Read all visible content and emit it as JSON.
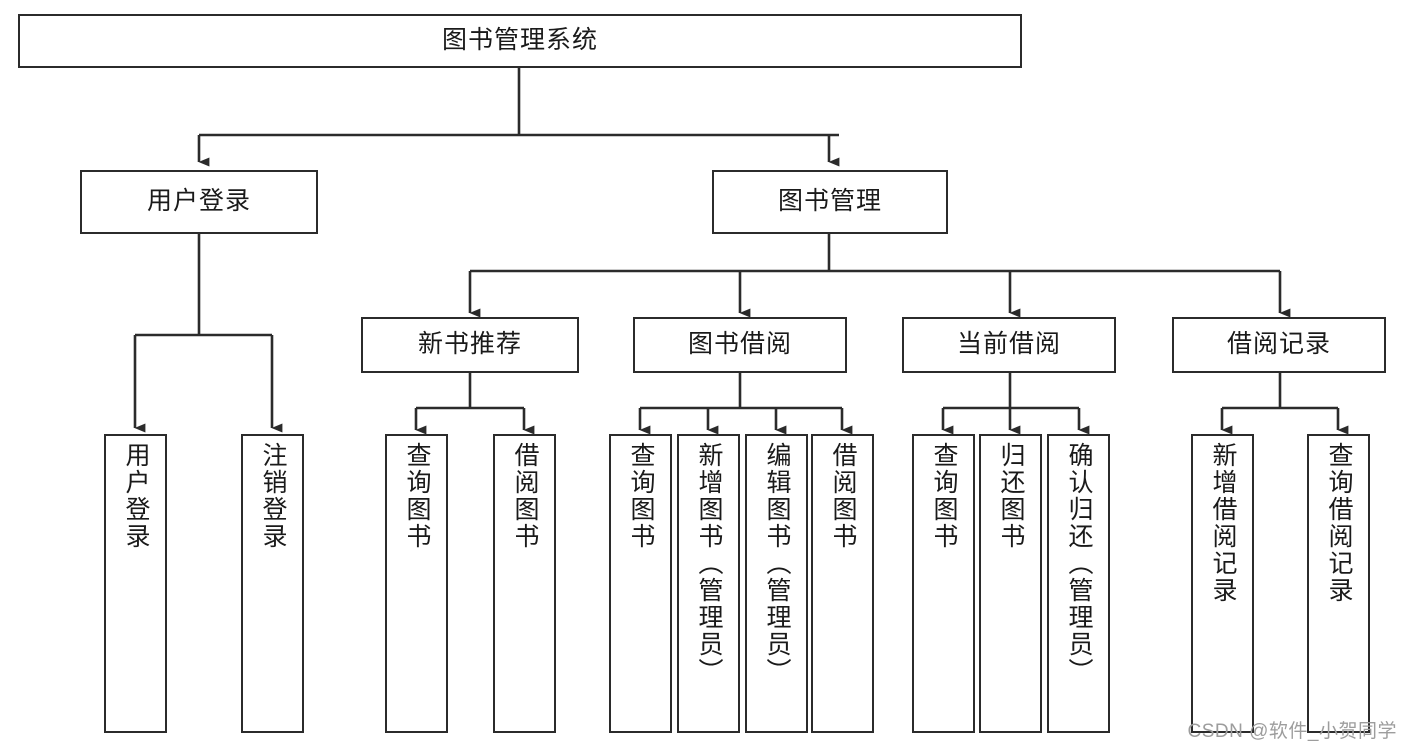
{
  "diagram": {
    "type": "tree-hierarchy-chart",
    "title": "图书管理系统",
    "stroke_color": "#2b2b2b",
    "background_color": "#ffffff",
    "text_color": "#1a1a1a",
    "root": {
      "id": "root",
      "label": "图书管理系统"
    },
    "level2": [
      {
        "id": "user-login",
        "label": "用户登录"
      },
      {
        "id": "book-management",
        "label": "图书管理"
      }
    ],
    "level3": [
      {
        "id": "new-book-recommend",
        "label": "新书推荐"
      },
      {
        "id": "book-borrow",
        "label": "图书借阅"
      },
      {
        "id": "current-borrow",
        "label": "当前借阅"
      },
      {
        "id": "borrow-record",
        "label": "借阅记录"
      }
    ],
    "leaves": {
      "user_login": [
        {
          "id": "leaf-user-login",
          "label": "用户登录"
        },
        {
          "id": "leaf-logout-login",
          "label": "注销登录"
        }
      ],
      "new_book_recommend": [
        {
          "id": "leaf-query-book-1",
          "label": "查询图书"
        },
        {
          "id": "leaf-borrow-book-1",
          "label": "借阅图书"
        }
      ],
      "book_borrow": [
        {
          "id": "leaf-query-book-2",
          "label": "查询图书"
        },
        {
          "id": "leaf-add-book",
          "label": "新增图书（管理员）"
        },
        {
          "id": "leaf-edit-book",
          "label": "编辑图书（管理员）"
        },
        {
          "id": "leaf-borrow-book-2",
          "label": "借阅图书"
        }
      ],
      "current_borrow": [
        {
          "id": "leaf-query-book-3",
          "label": "查询图书"
        },
        {
          "id": "leaf-return-book",
          "label": "归还图书"
        },
        {
          "id": "leaf-confirm-return",
          "label": "确认归还（管理员）"
        }
      ],
      "borrow_record": [
        {
          "id": "leaf-add-record",
          "label": "新增借阅记录"
        },
        {
          "id": "leaf-query-record",
          "label": "查询借阅记录"
        }
      ]
    }
  },
  "watermark": {
    "text": "CSDN @软件_小贺同学"
  }
}
